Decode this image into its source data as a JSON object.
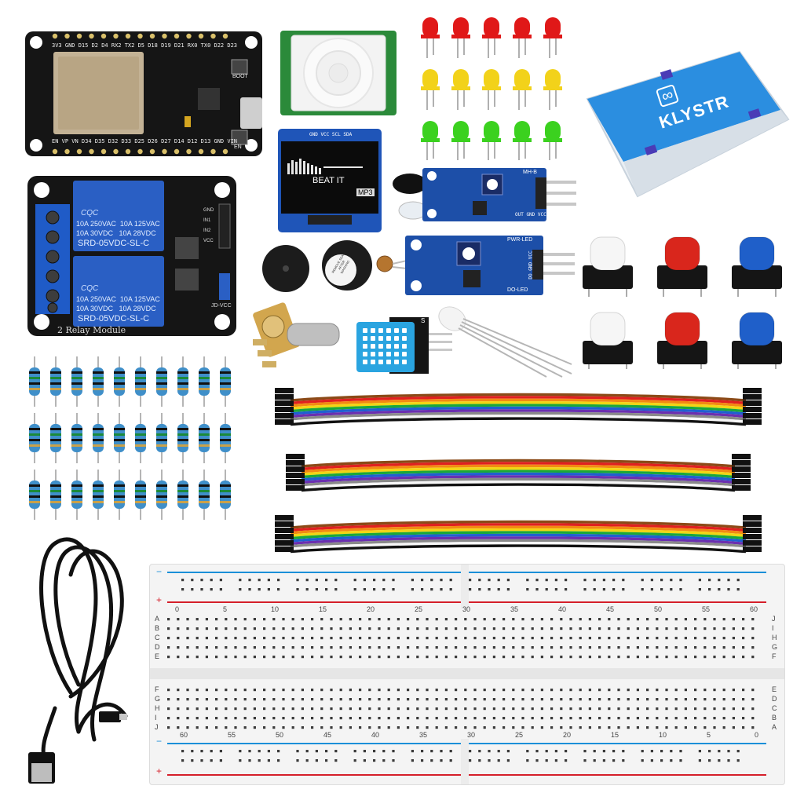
{
  "esp32": {
    "top_pins": "3V3 GND D15 D2 D4 RX2 TX2 D5 D18 D19 D21 RX0 TX0 D22 D23",
    "bottom_pins": "EN VP VN D34 D35 D32 D33 D25 D26 D27 D14 D12 D13 GND VIN",
    "boot_label": "BOOT",
    "en_label": "EN"
  },
  "relay": {
    "line1": "10A 250VAC  10A 125VAC",
    "line2": "10A 30VDC   10A 28VDC",
    "model": "SRD-05VDC-SL-C",
    "brand": "CQC",
    "board_label": "2 Relay Module",
    "pin_labels": [
      "GND",
      "IN1",
      "IN2",
      "VCC"
    ],
    "jd_label": "JD-VCC"
  },
  "oled": {
    "header_pins": "GND VCC SCL SDA",
    "song": "BEAT IT",
    "format": "MP3"
  },
  "ir_sensor": {
    "label": "MH-B",
    "pins": "OUT GND VCC"
  },
  "ldr_sensor": {
    "pwr_label": "PWR-LED",
    "do_label": "DO-LED",
    "pins": "DO GND VCC"
  },
  "buzzer": {
    "sticker": "REMOVE SEAL AFTER WASHING"
  },
  "dht": {
    "pin_label": "S"
  },
  "case": {
    "brand": "KLYSTR",
    "logo": "∞"
  },
  "breadboard": {
    "top_numbers": [
      "0",
      "5",
      "10",
      "15",
      "20",
      "25",
      "30",
      "35",
      "40",
      "45",
      "50",
      "55",
      "60"
    ],
    "bottom_numbers": [
      "60",
      "55",
      "50",
      "45",
      "40",
      "35",
      "30",
      "25",
      "20",
      "15",
      "10",
      "5",
      "0"
    ],
    "rows_left_top": [
      "A",
      "B",
      "C",
      "D",
      "E"
    ],
    "rows_left_bottom": [
      "F",
      "G",
      "H",
      "I",
      "J"
    ],
    "rows_right_top": [
      "J",
      "I",
      "H",
      "G",
      "F"
    ],
    "rows_right_bottom": [
      "E",
      "D",
      "C",
      "B",
      "A"
    ],
    "minus": "−",
    "plus": "+"
  },
  "colors": {
    "pcb_black": "#151515",
    "pcb_blue": "#1d4fa8",
    "relay_blue": "#2a5fc4",
    "led_red": "#e01818",
    "led_yellow": "#f2d21a",
    "led_green": "#3bd11f",
    "button_red": "#d9261c",
    "button_blue": "#1f5fc9",
    "breadboard": "#f4f4f4",
    "rail_red": "#d51f2a",
    "rail_blue": "#1a8fd8"
  },
  "counts": {
    "leds_per_color": 5,
    "resistors": 30,
    "buttons": 6,
    "jumper_bundles": 3
  }
}
